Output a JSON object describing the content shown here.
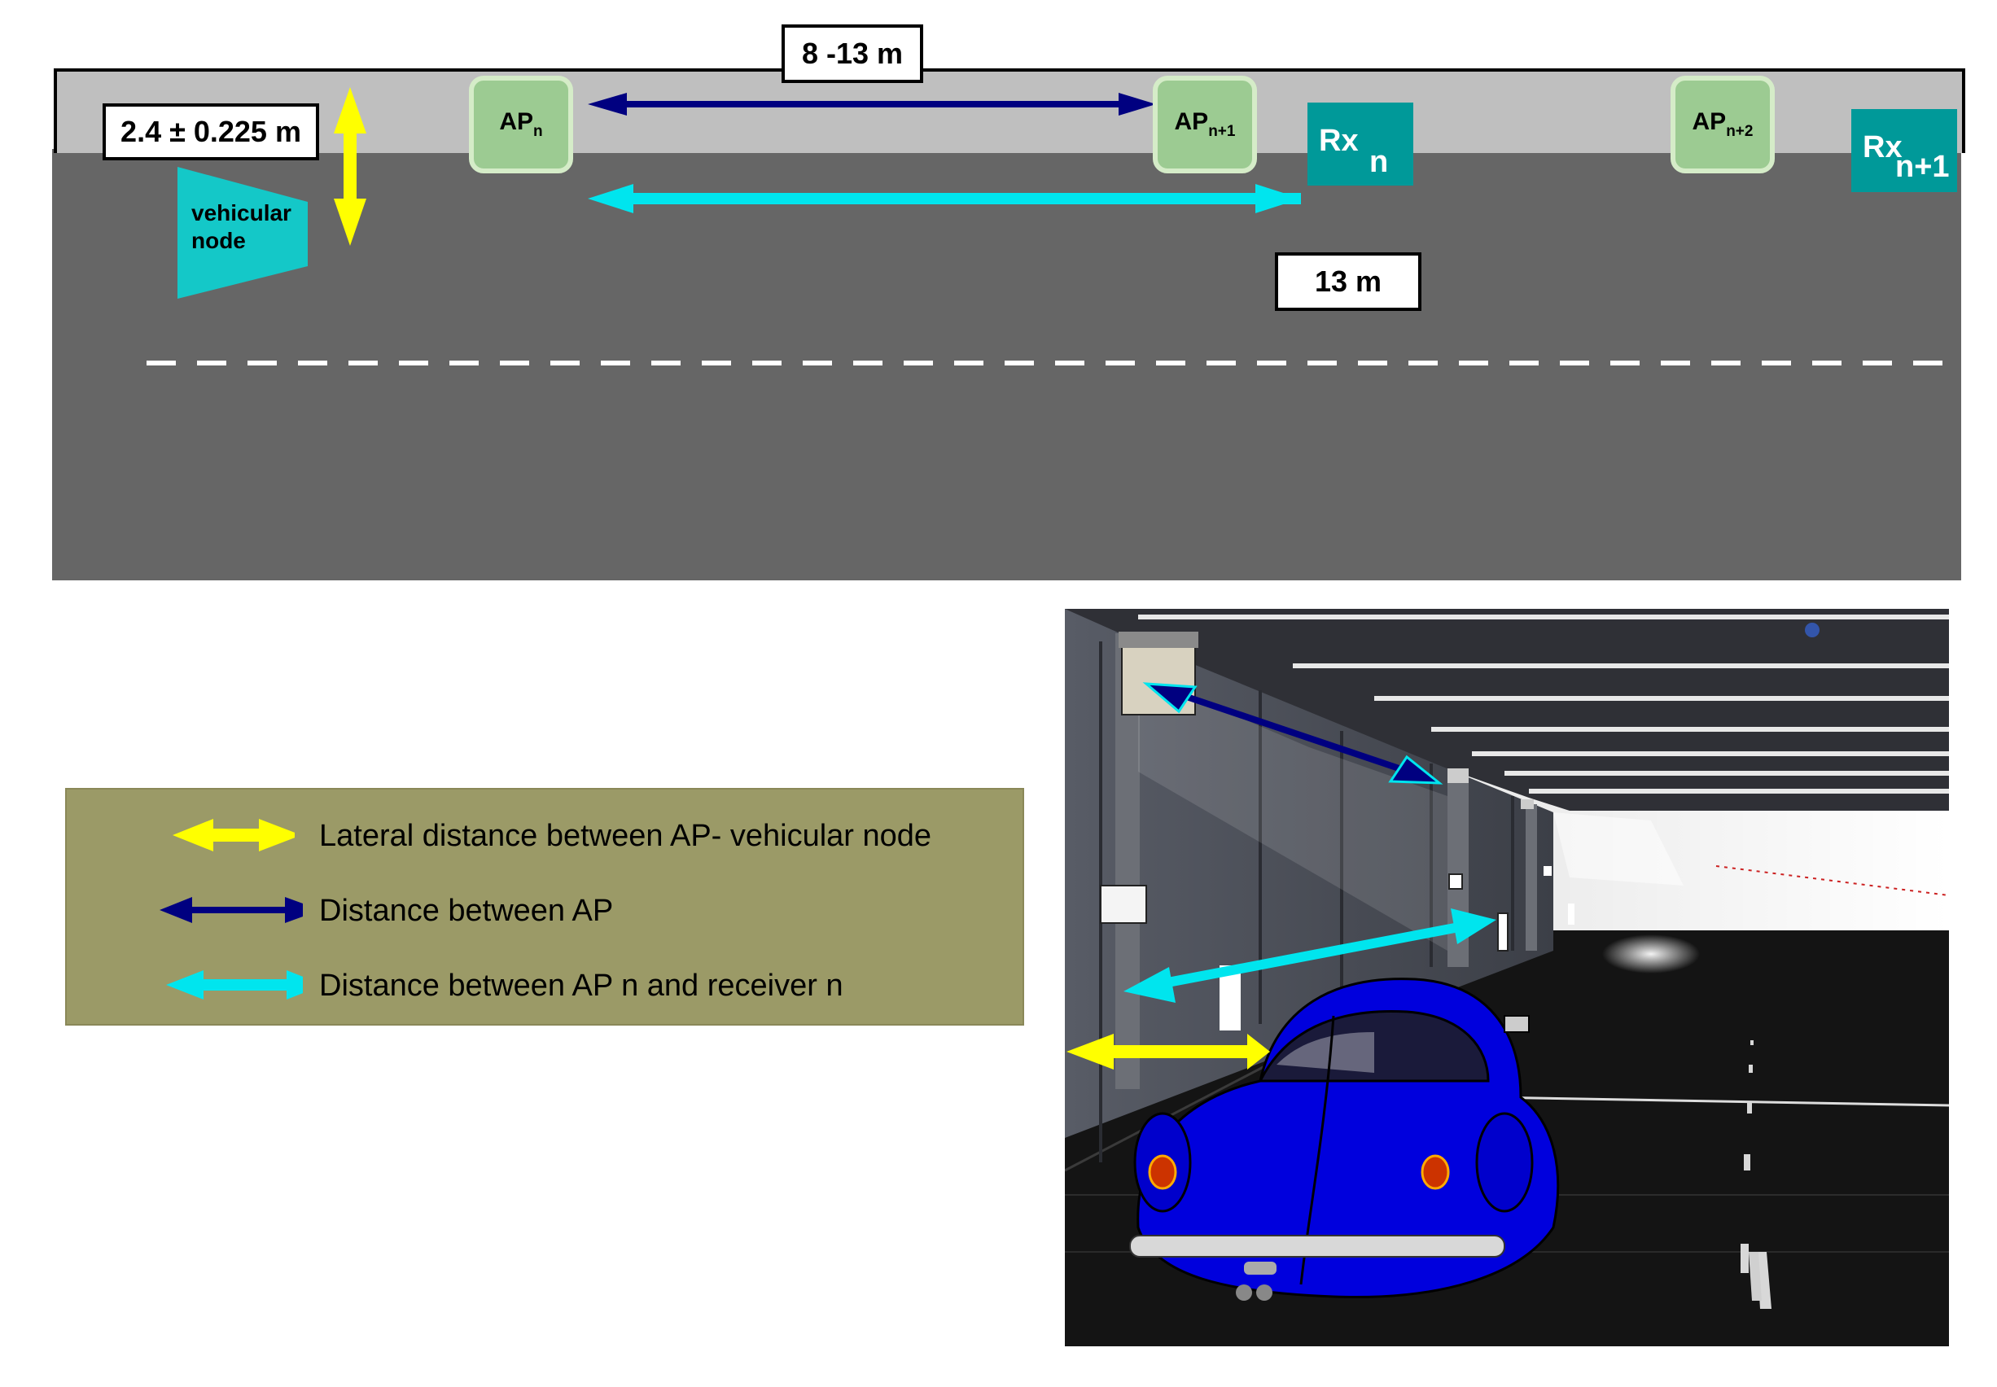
{
  "top_diagram": {
    "lateral_distance_label": "2.4 ± 0.225 m",
    "ap_spacing_label": "8 -13 m",
    "ap_rx_distance_label": "13 m",
    "vehicle_label_line1": "vehicular",
    "vehicle_label_line2": "node",
    "access_points": [
      {
        "base": "AP",
        "sub": "n"
      },
      {
        "base": "AP",
        "sub": "n+1"
      },
      {
        "base": "AP",
        "sub": "n+2"
      }
    ],
    "receivers": [
      {
        "base": "Rx",
        "sub": "n"
      },
      {
        "base": "Rx",
        "sub": "n+1"
      }
    ]
  },
  "legend": {
    "items": [
      {
        "label": "Lateral distance between AP- vehicular node",
        "color": "#ffff00"
      },
      {
        "label": "Distance between AP",
        "color": "#000080"
      },
      {
        "label": "Distance between AP n and receiver n",
        "color": "#00e5ee"
      }
    ]
  },
  "colors": {
    "ceiling": "#bfbfbf",
    "road": "#666666",
    "ap_fill": "#9ccb92",
    "receiver_fill": "#009999",
    "vehicle_fill": "#14c8c8",
    "legend_bg": "#9b9a67",
    "yellow_arrow": "#ffff00",
    "navy_arrow": "#000080",
    "cyan_arrow": "#00e5ee",
    "car_body": "#0000dd"
  }
}
